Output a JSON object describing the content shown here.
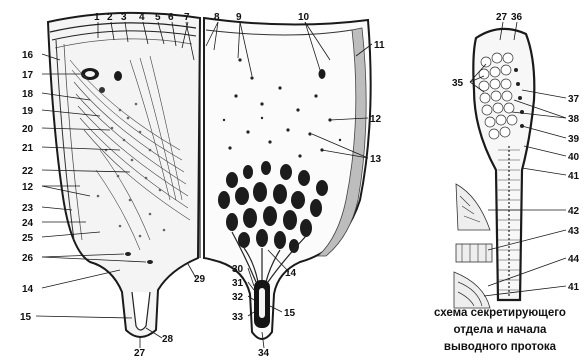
{
  "caption": {
    "line1": "схема секретирующего",
    "line2": "отдела и начала",
    "line3": "выводного протока"
  },
  "labels": {
    "n1": "1",
    "n2": "2",
    "n3": "3",
    "n4": "4",
    "n5": "5",
    "n6": "6",
    "n7": "7",
    "n8": "8",
    "n9": "9",
    "n10": "10",
    "n11": "11",
    "n12a": "12",
    "n12b": "12",
    "n13": "13",
    "n14a": "14",
    "n14b": "14",
    "n15a": "15",
    "n15b": "15",
    "n16": "16",
    "n17": "17",
    "n18": "18",
    "n19": "19",
    "n20": "20",
    "n21": "21",
    "n22": "22",
    "n23": "23",
    "n24": "24",
    "n25": "25",
    "n26": "26",
    "n27a": "27",
    "n27b": "27",
    "n28": "28",
    "n29": "29",
    "n30": "30",
    "n31": "31",
    "n32": "32",
    "n33": "33",
    "n34": "34",
    "n35": "35",
    "n36": "36",
    "n37": "37",
    "n38": "38",
    "n39": "39",
    "n40": "40",
    "n41a": "41",
    "n41b": "41",
    "n42": "42",
    "n43": "43",
    "n44": "44"
  }
}
